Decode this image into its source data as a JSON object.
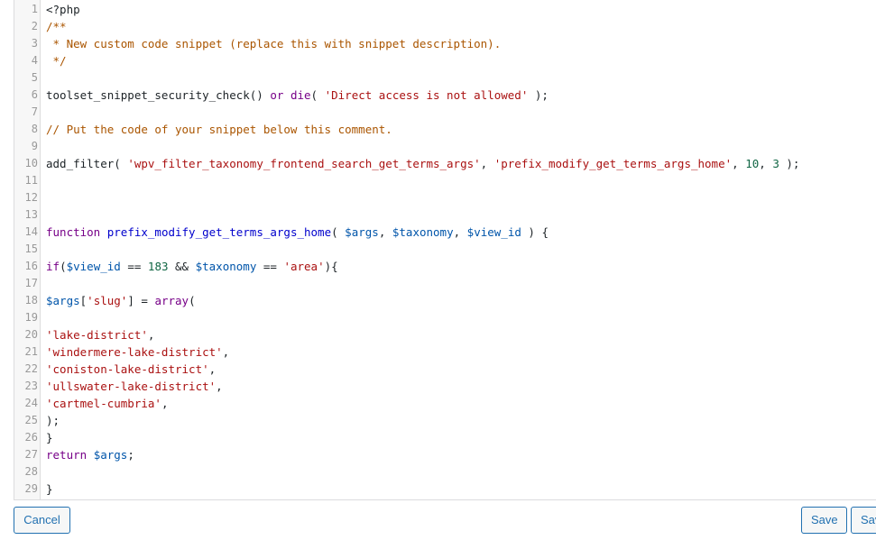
{
  "editor": {
    "lines": [
      {
        "n": "1",
        "tokens": [
          {
            "t": "<?php",
            "c": "pl"
          }
        ]
      },
      {
        "n": "2",
        "tokens": [
          {
            "t": "/**",
            "c": "cm"
          }
        ]
      },
      {
        "n": "3",
        "tokens": [
          {
            "t": " * New custom code snippet (replace this with snippet description).",
            "c": "cm"
          }
        ]
      },
      {
        "n": "4",
        "tokens": [
          {
            "t": " */",
            "c": "cm"
          }
        ]
      },
      {
        "n": "5",
        "tokens": []
      },
      {
        "n": "6",
        "tokens": [
          {
            "t": "toolset_snippet_security_check",
            "c": "pl"
          },
          {
            "t": "() ",
            "c": "pl"
          },
          {
            "t": "or",
            "c": "kw"
          },
          {
            "t": " ",
            "c": "pl"
          },
          {
            "t": "die",
            "c": "kw"
          },
          {
            "t": "( ",
            "c": "pl"
          },
          {
            "t": "'Direct access is not allowed'",
            "c": "str"
          },
          {
            "t": " );",
            "c": "pl"
          }
        ]
      },
      {
        "n": "7",
        "tokens": []
      },
      {
        "n": "8",
        "tokens": [
          {
            "t": "// Put the code of your snippet below this comment.",
            "c": "cm"
          }
        ]
      },
      {
        "n": "9",
        "tokens": []
      },
      {
        "n": "10",
        "tokens": [
          {
            "t": "add_filter",
            "c": "pl"
          },
          {
            "t": "( ",
            "c": "pl"
          },
          {
            "t": "'wpv_filter_taxonomy_frontend_search_get_terms_args'",
            "c": "str"
          },
          {
            "t": ", ",
            "c": "pl"
          },
          {
            "t": "'prefix_modify_get_terms_args_home'",
            "c": "str"
          },
          {
            "t": ", ",
            "c": "pl"
          },
          {
            "t": "10",
            "c": "num"
          },
          {
            "t": ", ",
            "c": "pl"
          },
          {
            "t": "3",
            "c": "num"
          },
          {
            "t": " );",
            "c": "pl"
          }
        ]
      },
      {
        "n": "11",
        "tokens": []
      },
      {
        "n": "12",
        "tokens": []
      },
      {
        "n": "13",
        "tokens": []
      },
      {
        "n": "14",
        "tokens": [
          {
            "t": "function",
            "c": "kw"
          },
          {
            "t": " ",
            "c": "pl"
          },
          {
            "t": "prefix_modify_get_terms_args_home",
            "c": "fn"
          },
          {
            "t": "( ",
            "c": "pl"
          },
          {
            "t": "$args",
            "c": "var"
          },
          {
            "t": ", ",
            "c": "pl"
          },
          {
            "t": "$taxonomy",
            "c": "var"
          },
          {
            "t": ", ",
            "c": "pl"
          },
          {
            "t": "$view_id",
            "c": "var"
          },
          {
            "t": " ) {",
            "c": "pl"
          }
        ]
      },
      {
        "n": "15",
        "tokens": []
      },
      {
        "n": "16",
        "tokens": [
          {
            "t": "if",
            "c": "kw"
          },
          {
            "t": "(",
            "c": "pl"
          },
          {
            "t": "$view_id",
            "c": "var"
          },
          {
            "t": " == ",
            "c": "pl"
          },
          {
            "t": "183",
            "c": "num"
          },
          {
            "t": " && ",
            "c": "pl"
          },
          {
            "t": "$taxonomy",
            "c": "var"
          },
          {
            "t": " == ",
            "c": "pl"
          },
          {
            "t": "'area'",
            "c": "str"
          },
          {
            "t": "){",
            "c": "pl"
          }
        ]
      },
      {
        "n": "17",
        "tokens": []
      },
      {
        "n": "18",
        "tokens": [
          {
            "t": "$args",
            "c": "var"
          },
          {
            "t": "[",
            "c": "pl"
          },
          {
            "t": "'slug'",
            "c": "str"
          },
          {
            "t": "] = ",
            "c": "pl"
          },
          {
            "t": "array",
            "c": "kw"
          },
          {
            "t": "(",
            "c": "pl"
          }
        ]
      },
      {
        "n": "19",
        "tokens": []
      },
      {
        "n": "20",
        "tokens": [
          {
            "t": "'lake-district'",
            "c": "str"
          },
          {
            "t": ",",
            "c": "pl"
          }
        ]
      },
      {
        "n": "21",
        "tokens": [
          {
            "t": "'windermere-lake-district'",
            "c": "str"
          },
          {
            "t": ",",
            "c": "pl"
          }
        ]
      },
      {
        "n": "22",
        "tokens": [
          {
            "t": "'coniston-lake-district'",
            "c": "str"
          },
          {
            "t": ",",
            "c": "pl"
          }
        ]
      },
      {
        "n": "23",
        "tokens": [
          {
            "t": "'ullswater-lake-district'",
            "c": "str"
          },
          {
            "t": ",",
            "c": "pl"
          }
        ]
      },
      {
        "n": "24",
        "tokens": [
          {
            "t": "'cartmel-cumbria'",
            "c": "str"
          },
          {
            "t": ",",
            "c": "pl"
          }
        ]
      },
      {
        "n": "25",
        "tokens": [
          {
            "t": ");",
            "c": "pl"
          }
        ]
      },
      {
        "n": "26",
        "tokens": [
          {
            "t": "}",
            "c": "pl"
          }
        ]
      },
      {
        "n": "27",
        "tokens": [
          {
            "t": "return",
            "c": "kw"
          },
          {
            "t": " ",
            "c": "pl"
          },
          {
            "t": "$args",
            "c": "var"
          },
          {
            "t": ";",
            "c": "pl"
          }
        ]
      },
      {
        "n": "28",
        "tokens": []
      },
      {
        "n": "29",
        "tokens": [
          {
            "t": "}",
            "c": "pl"
          }
        ]
      }
    ]
  },
  "footer": {
    "cancel_label": "Cancel",
    "save_label": "Save",
    "save_secondary_label": "Sav"
  },
  "colors": {
    "accent": "#2271b1",
    "keyword": "#770088",
    "function": "#0000cc",
    "string": "#aa1111",
    "comment": "#aa5500",
    "number": "#116644",
    "variable": "#0055aa"
  }
}
